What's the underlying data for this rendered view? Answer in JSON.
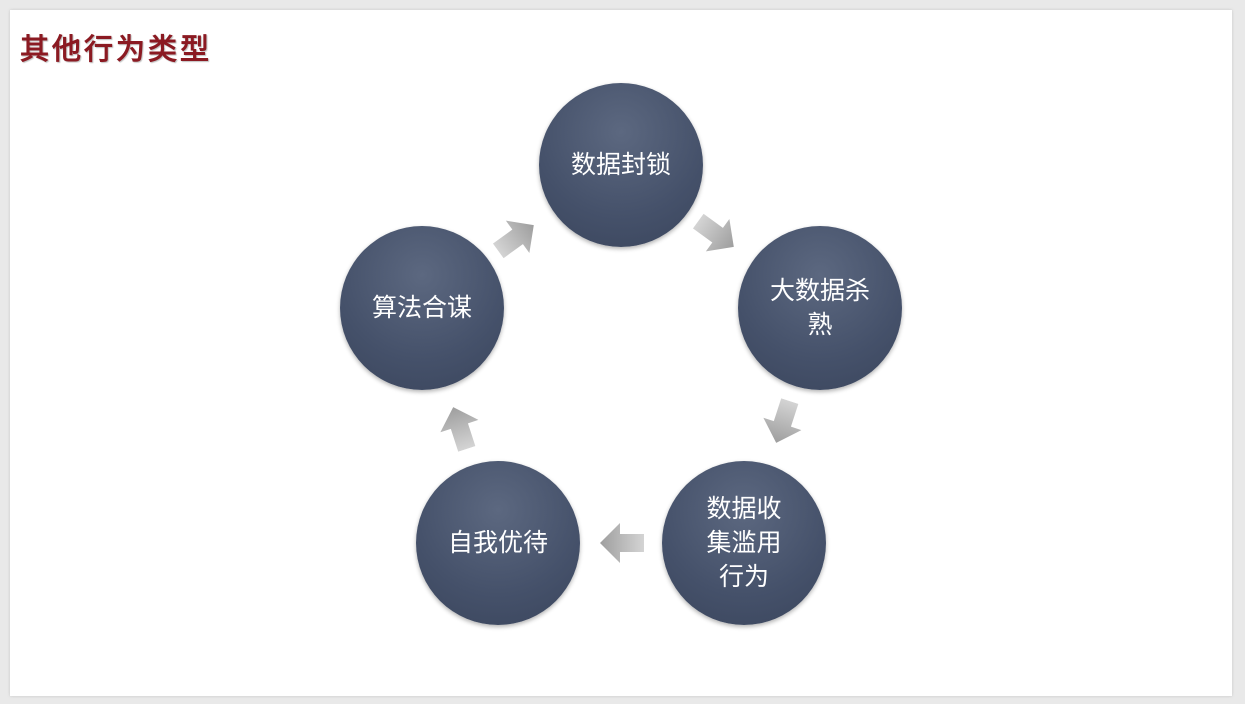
{
  "title": "其他行为类型",
  "nodes": [
    {
      "label": "数据封锁"
    },
    {
      "label": "大数据杀熟"
    },
    {
      "label": "数据收集滥用行为"
    },
    {
      "label": "自我优待"
    },
    {
      "label": "算法合谋"
    }
  ],
  "colors": {
    "title": "#8b1a22",
    "node": "#45516a",
    "arrow": "#b0b0b0"
  }
}
